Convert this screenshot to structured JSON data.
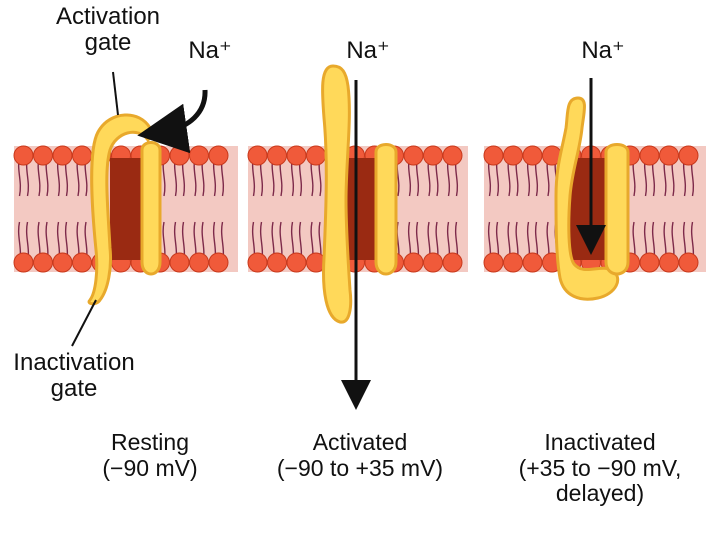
{
  "labels": {
    "activation_gate": "Activation\ngate",
    "inactivation_gate": "Inactivation\ngate",
    "na_resting": "Na⁺",
    "na_activated": "Na⁺",
    "na_inactivated": "Na⁺"
  },
  "panels": [
    {
      "state": "Resting",
      "voltage": "(−90 mV)"
    },
    {
      "state": "Activated",
      "voltage": "(−90 to +35 mV)"
    },
    {
      "state": "Inactivated",
      "voltage": "(+35 to −90 mV,\ndelayed)"
    }
  ],
  "colors": {
    "membrane": "#f3c9c2",
    "lipid_head": "#f05a3a",
    "lipid_tail": "#7d2a4a",
    "channel": "#9a2a12",
    "gate_fill": "#ffd95a",
    "gate_stroke": "#e8a92c",
    "arrow": "#111111"
  }
}
